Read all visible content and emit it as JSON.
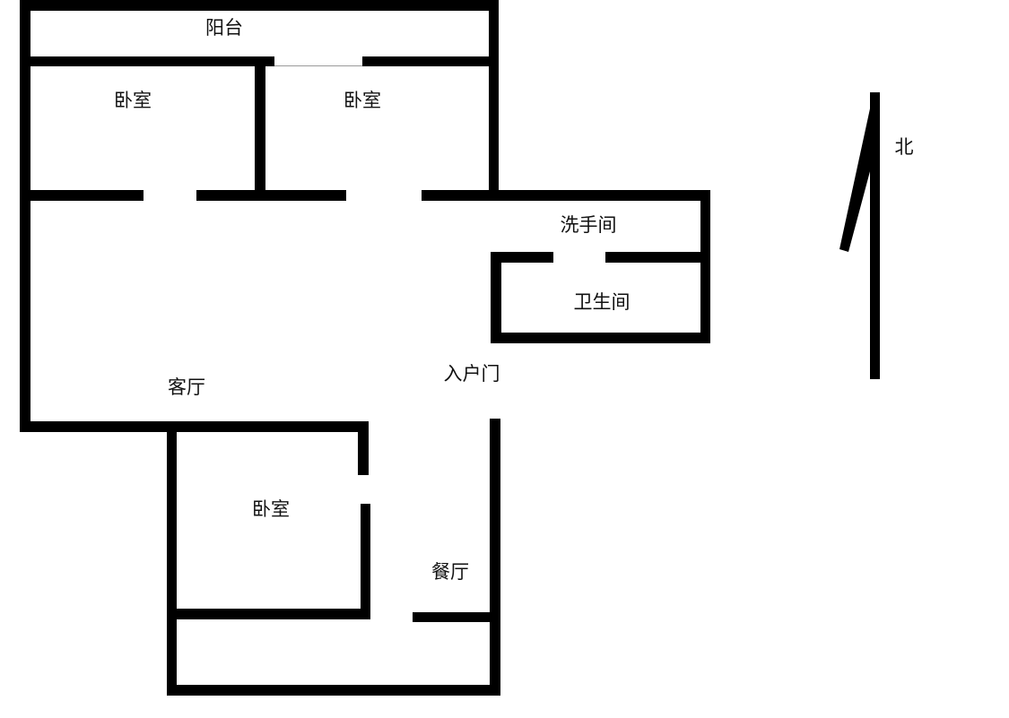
{
  "plan": {
    "wall_color": "#000000",
    "background_color": "#ffffff",
    "rooms": {
      "balcony": "阳台",
      "bedroom_nw": "卧室",
      "bedroom_ne": "卧室",
      "washroom": "洗手间",
      "bathroom": "卫生间",
      "entrance": "入户门",
      "living_room": "客厅",
      "bedroom_south": "卧室",
      "dining_room": "餐厅"
    },
    "compass": {
      "icon": "north-arrow-icon",
      "label": "北"
    }
  }
}
